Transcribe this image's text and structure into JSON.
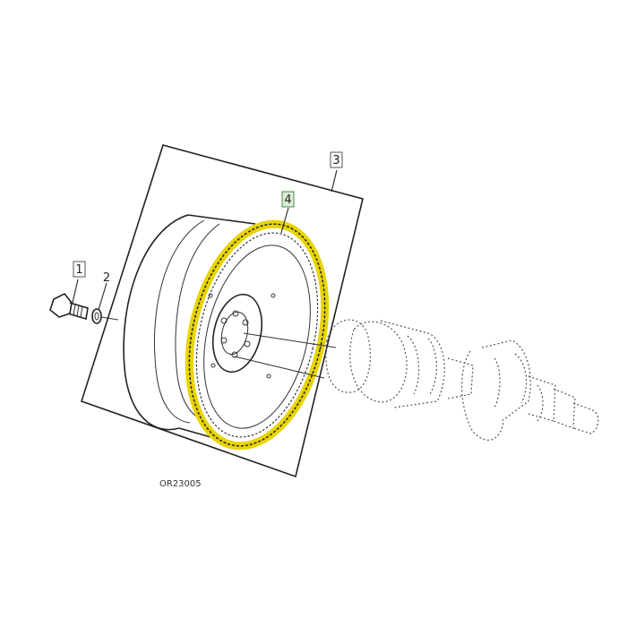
{
  "callouts": {
    "c1": "1",
    "c2": "2",
    "c3": "3",
    "c4": "4"
  },
  "figure_ref": "OR23005",
  "colors": {
    "highlight": "#e8d400",
    "callout_highlight_fill": "#d9ecd9"
  }
}
